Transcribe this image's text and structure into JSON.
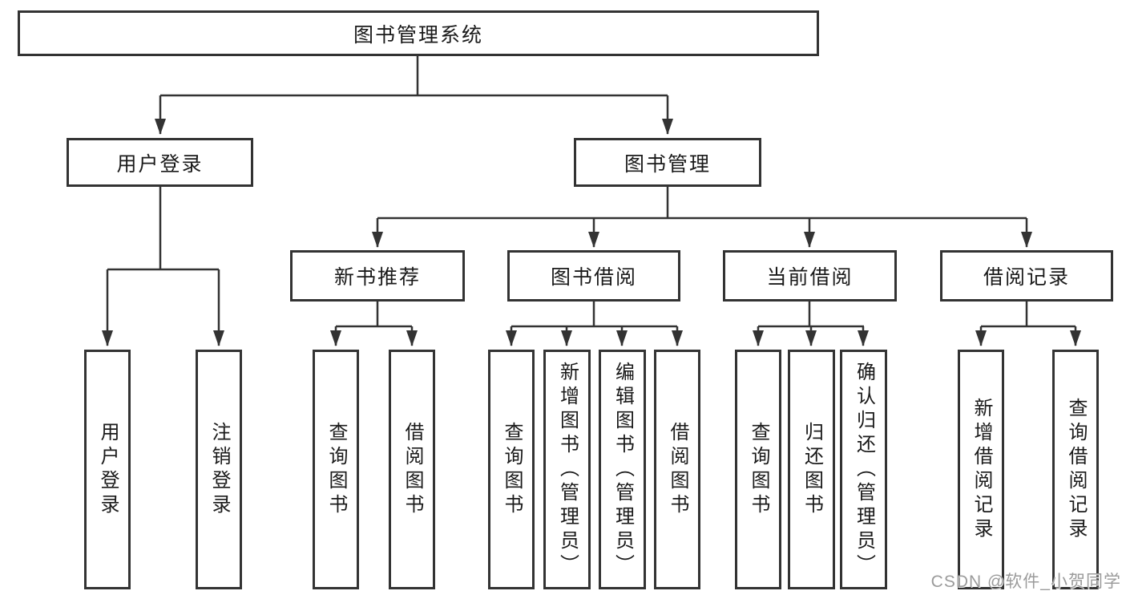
{
  "diagram": {
    "root": {
      "label": "图书管理系统"
    },
    "level2": [
      {
        "label": "用户登录"
      },
      {
        "label": "图书管理"
      }
    ],
    "level3": [
      {
        "label": "新书推荐"
      },
      {
        "label": "图书借阅"
      },
      {
        "label": "当前借阅"
      },
      {
        "label": "借阅记录"
      }
    ],
    "leaves": {
      "login": [
        "用户登录",
        "注销登录"
      ],
      "recommend": [
        "查询图书",
        "借阅图书"
      ],
      "borrow": [
        "查询图书",
        "新增图书（管理员）",
        "编辑图书（管理员）",
        "借阅图书"
      ],
      "current": [
        "查询图书",
        "归还图书",
        "确认归还（管理员）"
      ],
      "records": [
        "新增借阅记录",
        "查询借阅记录"
      ]
    }
  },
  "watermark": "CSDN @软件_小贺同学",
  "colors": {
    "line": "#333333",
    "box_border": "#333333",
    "text": "#1a1a1a",
    "watermark": "#9b9b9b",
    "background": "#ffffff"
  }
}
